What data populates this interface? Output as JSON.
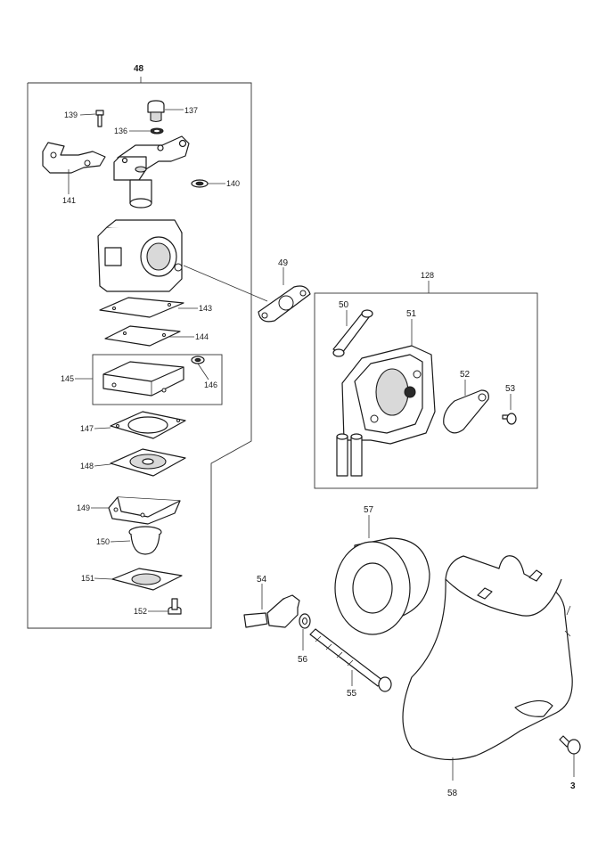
{
  "labels": {
    "p48": "48",
    "p137": "137",
    "p139": "139",
    "p136": "136",
    "p140": "140",
    "p141": "141",
    "p49": "49",
    "p128": "128",
    "p143": "143",
    "p144": "144",
    "p50": "50",
    "p51": "51",
    "p145": "145",
    "p146": "146",
    "p52": "52",
    "p53": "53",
    "p147": "147",
    "p148": "148",
    "p149": "149",
    "p57": "57",
    "p150": "150",
    "p54": "54",
    "p151": "151",
    "p152": "152",
    "p56": "56",
    "p55": "55",
    "p58": "58",
    "p3": "3"
  }
}
